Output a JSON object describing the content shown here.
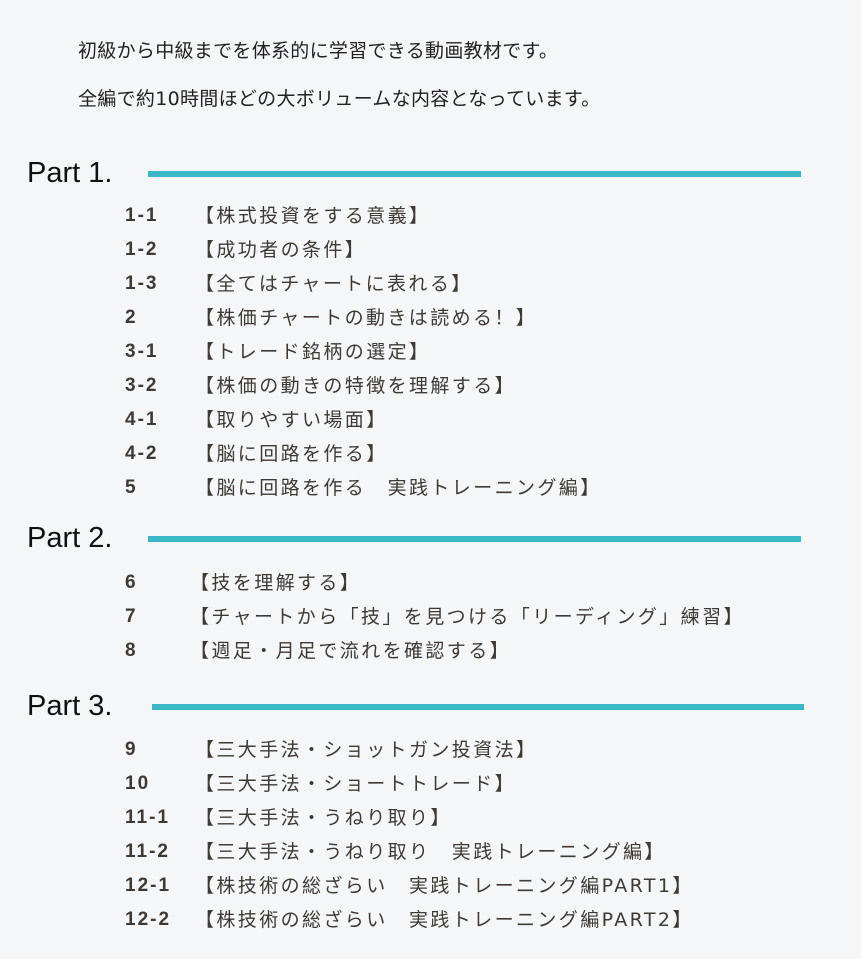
{
  "intro": [
    "初級から中級までを体系的に学習できる動画教材です。",
    "全編で約10時間ほどの大ボリュームな内容となっています。"
  ],
  "colors": {
    "accent": "#3ab8c8",
    "text": "#3d3a35",
    "background": "#f5f6f8"
  },
  "parts": [
    {
      "label": "Part 1.",
      "items": [
        {
          "num": "1-1",
          "title": "【株式投資をする意義】"
        },
        {
          "num": "1-2",
          "title": "【成功者の条件】"
        },
        {
          "num": "1-3",
          "title": "【全てはチャートに表れる】"
        },
        {
          "num": "2",
          "title": "【株価チャートの動きは読める！】"
        },
        {
          "num": "3-1",
          "title": "【トレード銘柄の選定】"
        },
        {
          "num": "3-2",
          "title": "【株価の動きの特徴を理解する】"
        },
        {
          "num": "4-1",
          "title": "【取りやすい場面】"
        },
        {
          "num": "4-2",
          "title": "【脳に回路を作る】"
        },
        {
          "num": "5",
          "title": "【脳に回路を作る　実践トレーニング編】"
        }
      ]
    },
    {
      "label": "Part 2.",
      "items": [
        {
          "num": "6",
          "title": "【技を理解する】"
        },
        {
          "num": "7",
          "title": "【チャートから「技」を見つける「リーディング」練習】"
        },
        {
          "num": "8",
          "title": "【週足・月足で流れを確認する】"
        }
      ]
    },
    {
      "label": "Part 3.",
      "items": [
        {
          "num": "9",
          "title": "【三大手法・ショットガン投資法】"
        },
        {
          "num": "10",
          "title": "【三大手法・ショートトレード】"
        },
        {
          "num": "11-1",
          "title": "【三大手法・うねり取り】"
        },
        {
          "num": "11-2",
          "title": "【三大手法・うねり取り　実践トレーニング編】"
        },
        {
          "num": "12-1",
          "title": "【株技術の総ざらい　実践トレーニング編PART1】"
        },
        {
          "num": "12-2",
          "title": "【株技術の総ざらい　実践トレーニング編PART2】"
        }
      ]
    }
  ]
}
